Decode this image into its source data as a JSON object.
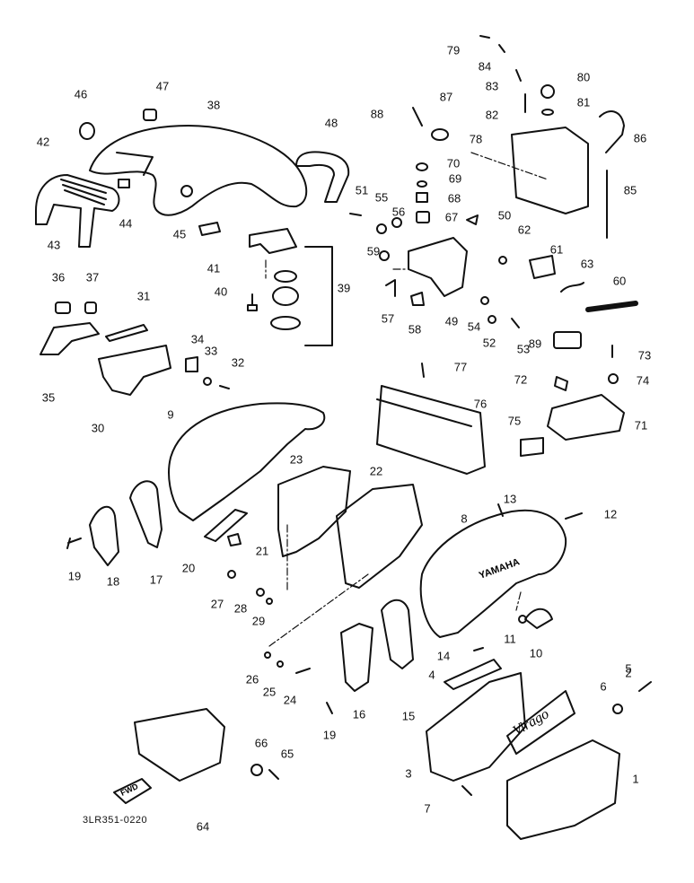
{
  "diagram": {
    "part_code": "3LR351-0220",
    "fwd_label": "FWD",
    "brand_on_cover": "YAMAHA",
    "badge_text": "Virago",
    "callouts": [
      "1",
      "2",
      "3",
      "4",
      "5",
      "6",
      "7",
      "8",
      "9",
      "10",
      "11",
      "12",
      "13",
      "14",
      "15",
      "16",
      "17",
      "18",
      "19",
      "19",
      "20",
      "21",
      "22",
      "23",
      "24",
      "25",
      "26",
      "27",
      "28",
      "29",
      "30",
      "31",
      "32",
      "33",
      "34",
      "35",
      "36",
      "37",
      "38",
      "39",
      "40",
      "41",
      "42",
      "43",
      "44",
      "45",
      "46",
      "47",
      "48",
      "49",
      "50",
      "51",
      "52",
      "53",
      "54",
      "55",
      "56",
      "57",
      "58",
      "59",
      "60",
      "61",
      "62",
      "63",
      "64",
      "65",
      "66",
      "67",
      "68",
      "69",
      "70",
      "71",
      "72",
      "73",
      "74",
      "75",
      "76",
      "77",
      "78",
      "79",
      "80",
      "81",
      "82",
      "83",
      "84",
      "85",
      "86",
      "87",
      "88",
      "89"
    ]
  }
}
